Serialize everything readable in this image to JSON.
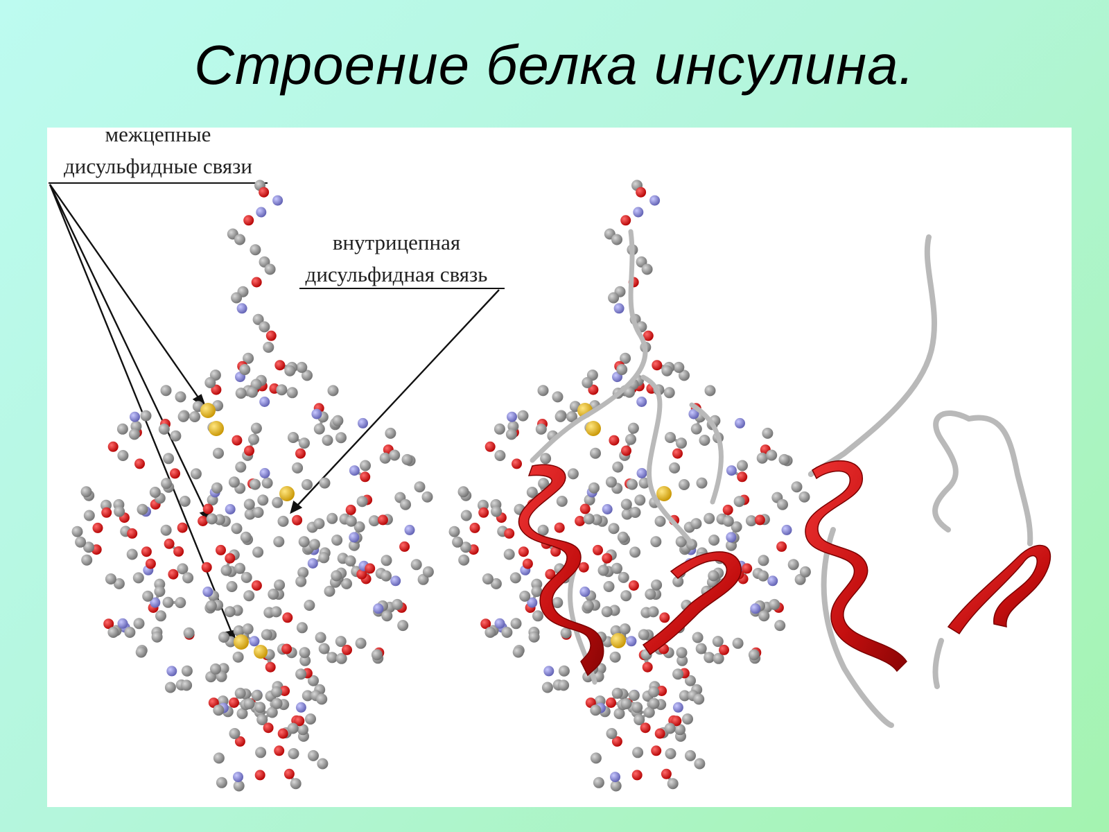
{
  "slide": {
    "title": "Строение белка инсулина."
  },
  "figure": {
    "labels": {
      "interchain_line1": "межцепные",
      "interchain_line2": "дисульфидные связи",
      "intrachain_line1": "внутрицепная",
      "intrachain_line2": "дисульфидная связь"
    },
    "colors": {
      "carbon": "#8f8f8f",
      "oxygen": "#dd0000",
      "nitrogen": "#8a8ad8",
      "sulfur": "#e8b800",
      "helix": "#cc1111",
      "coil": "#c8c8c8"
    }
  }
}
